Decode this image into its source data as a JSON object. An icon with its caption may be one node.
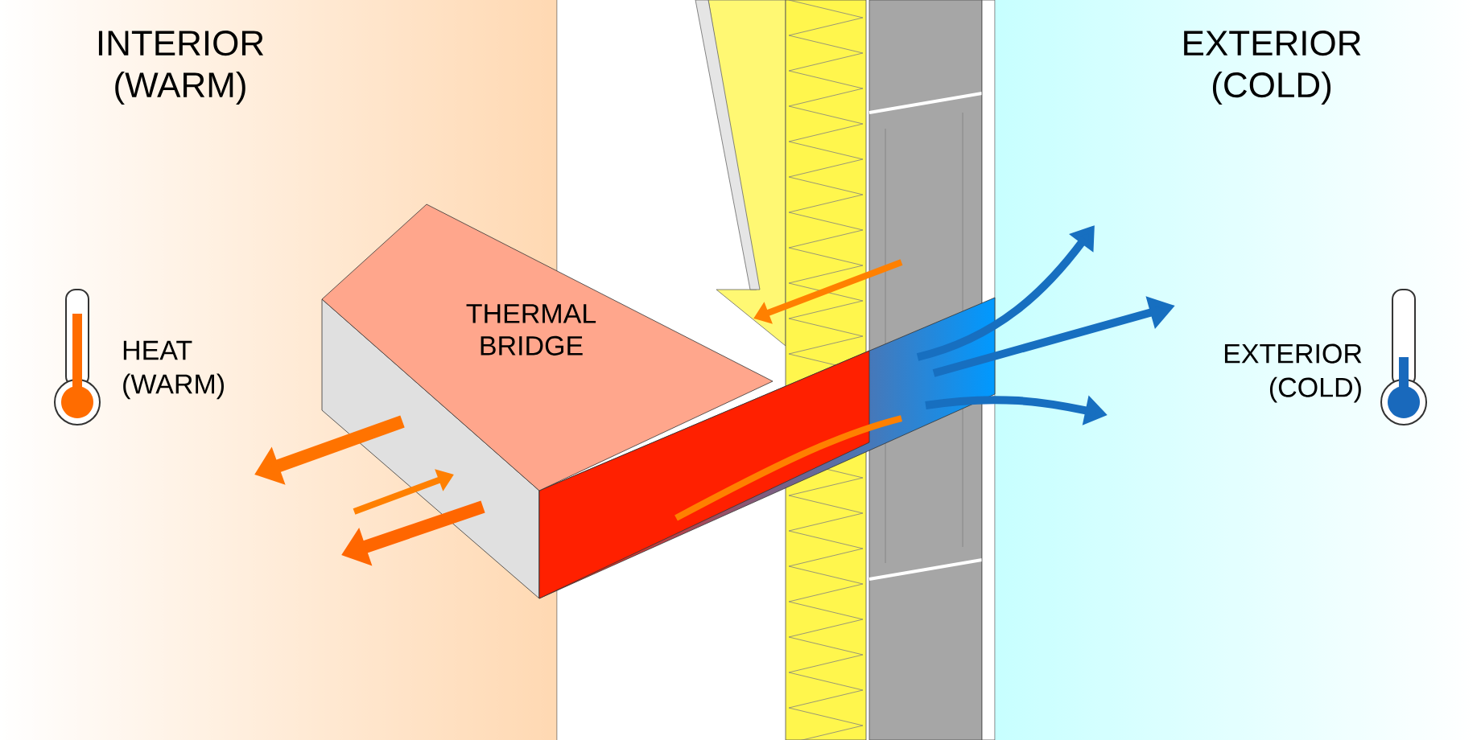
{
  "diagram": {
    "nodes": [
      {
        "text": [
          "THERMAL BRIDGE"
        ]
      }
    ],
    "labels": [
      "INTERIOR (WARM)",
      "EXTERIOR (COLD)",
      "HEAT (WARM)",
      "EXTERIOR (COLD)"
    ]
  }
}
